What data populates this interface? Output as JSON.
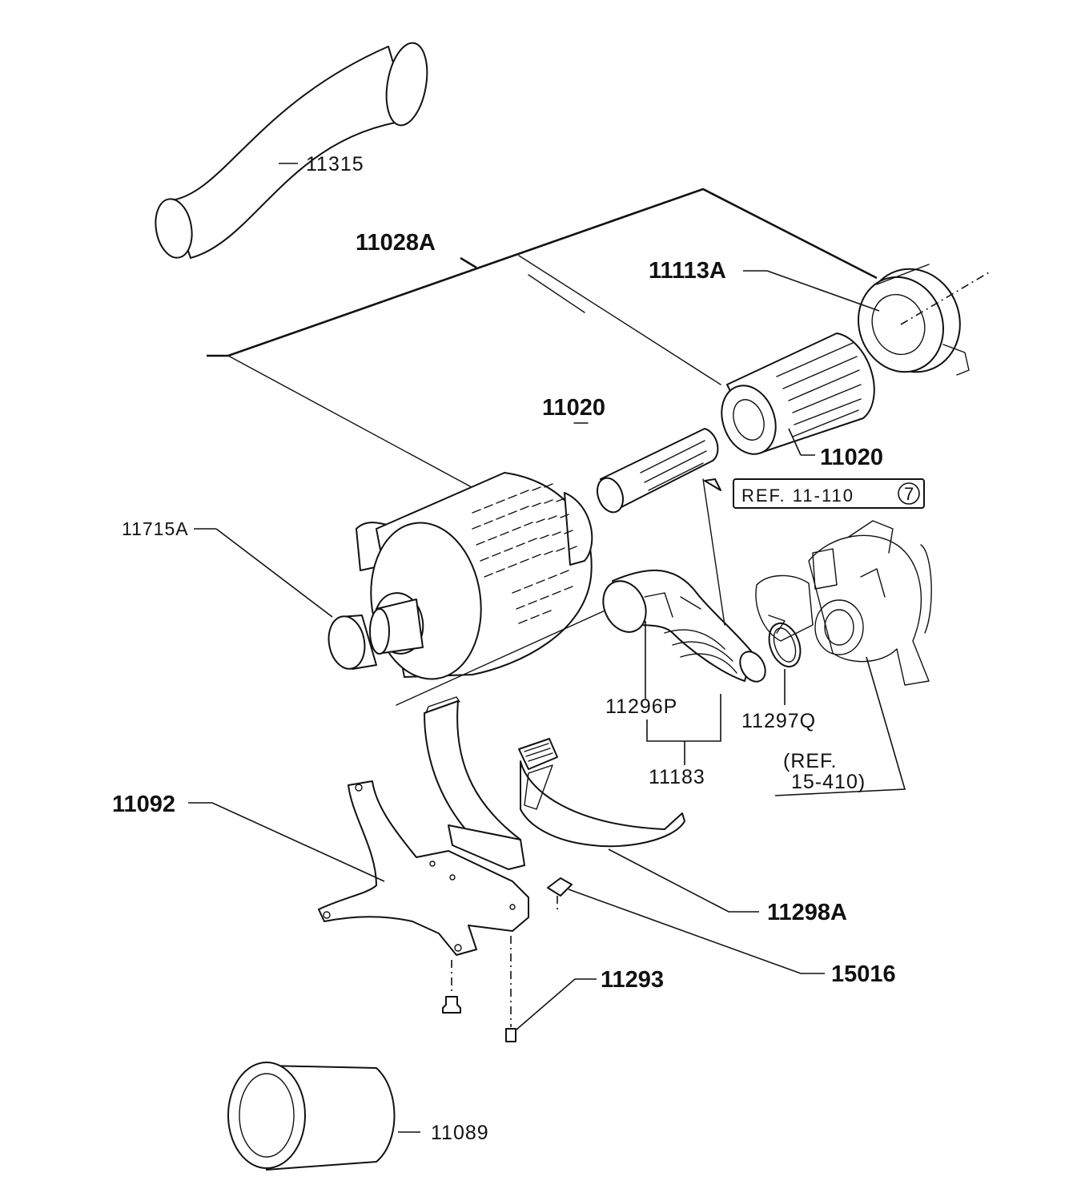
{
  "parts": {
    "hose": "11315",
    "air_cleaner_assy": "11028A",
    "cover": "11113A",
    "element_inner_label": "11020",
    "element_outer_label": "11020",
    "cap": "11715A",
    "hose_a": "11296P",
    "clamp": "11297Q",
    "hose_assy": "11183",
    "bracket": "11092",
    "band": "11298A",
    "clip": "15016",
    "bolt": "11293",
    "sleeve": "11089"
  },
  "references": {
    "ref_box": "REF. 11-110",
    "ref_box_circle": "7",
    "ref_turbo_line1": "(REF.",
    "ref_turbo_line2": "15-410)"
  }
}
